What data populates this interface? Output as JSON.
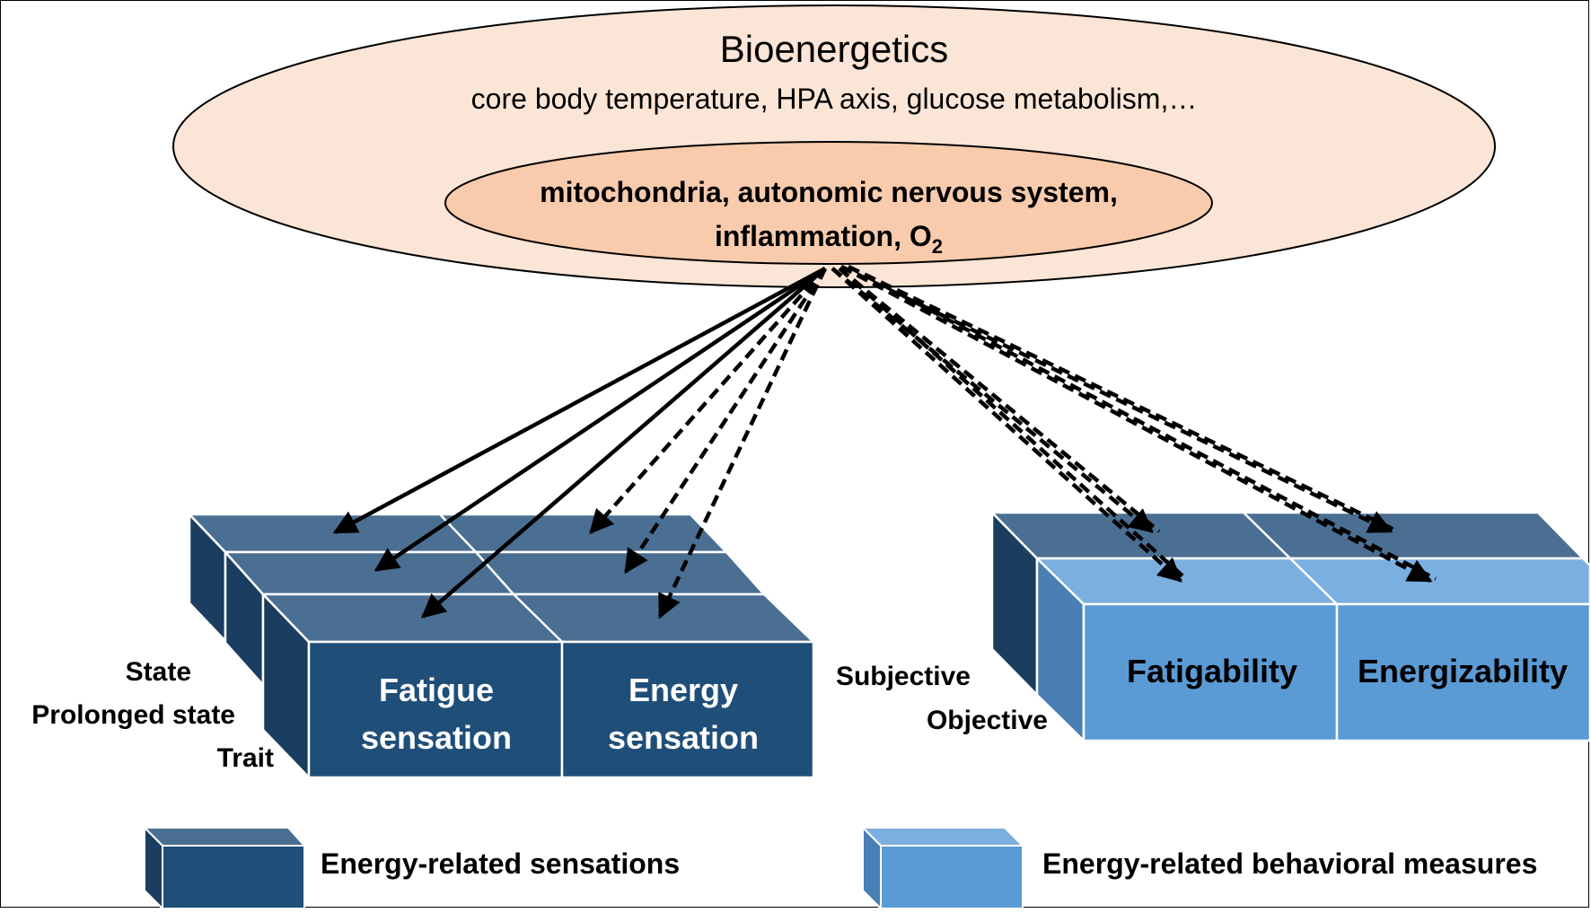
{
  "outer_ellipse": {
    "title": "Bioenergetics",
    "subtitle": "core body temperature, HPA axis, glucose metabolism,…"
  },
  "inner_ellipse": {
    "line1": "mitochondria, autonomic nervous system,",
    "line2": "inflammation, O",
    "line2_subscript": "2"
  },
  "left_block": {
    "layer_labels": [
      "State",
      "Prolonged state",
      "Trait"
    ],
    "face_labels": [
      {
        "line1": "Fatigue",
        "line2": "sensation"
      },
      {
        "line1": "Energy",
        "line2": "sensation"
      }
    ]
  },
  "right_block": {
    "layer_labels": [
      "Subjective",
      "Objective"
    ],
    "face_labels": [
      "Fatigability",
      "Energizability"
    ]
  },
  "legend": {
    "sensations": "Energy-related sensations",
    "behavioral": "Energy-related behavioral measures"
  },
  "colors": {
    "outer_ellipse_fill": "#fbe5d6",
    "inner_ellipse_fill": "#f8cbad",
    "dark_front": "#1f4e79",
    "dark_top": "#4a6f93",
    "dark_side": "#1b3d60",
    "light_front": "#5b9bd5",
    "light_top": "#7bafdf",
    "light_side": "#4a7fb5",
    "arrow": "#000000"
  }
}
